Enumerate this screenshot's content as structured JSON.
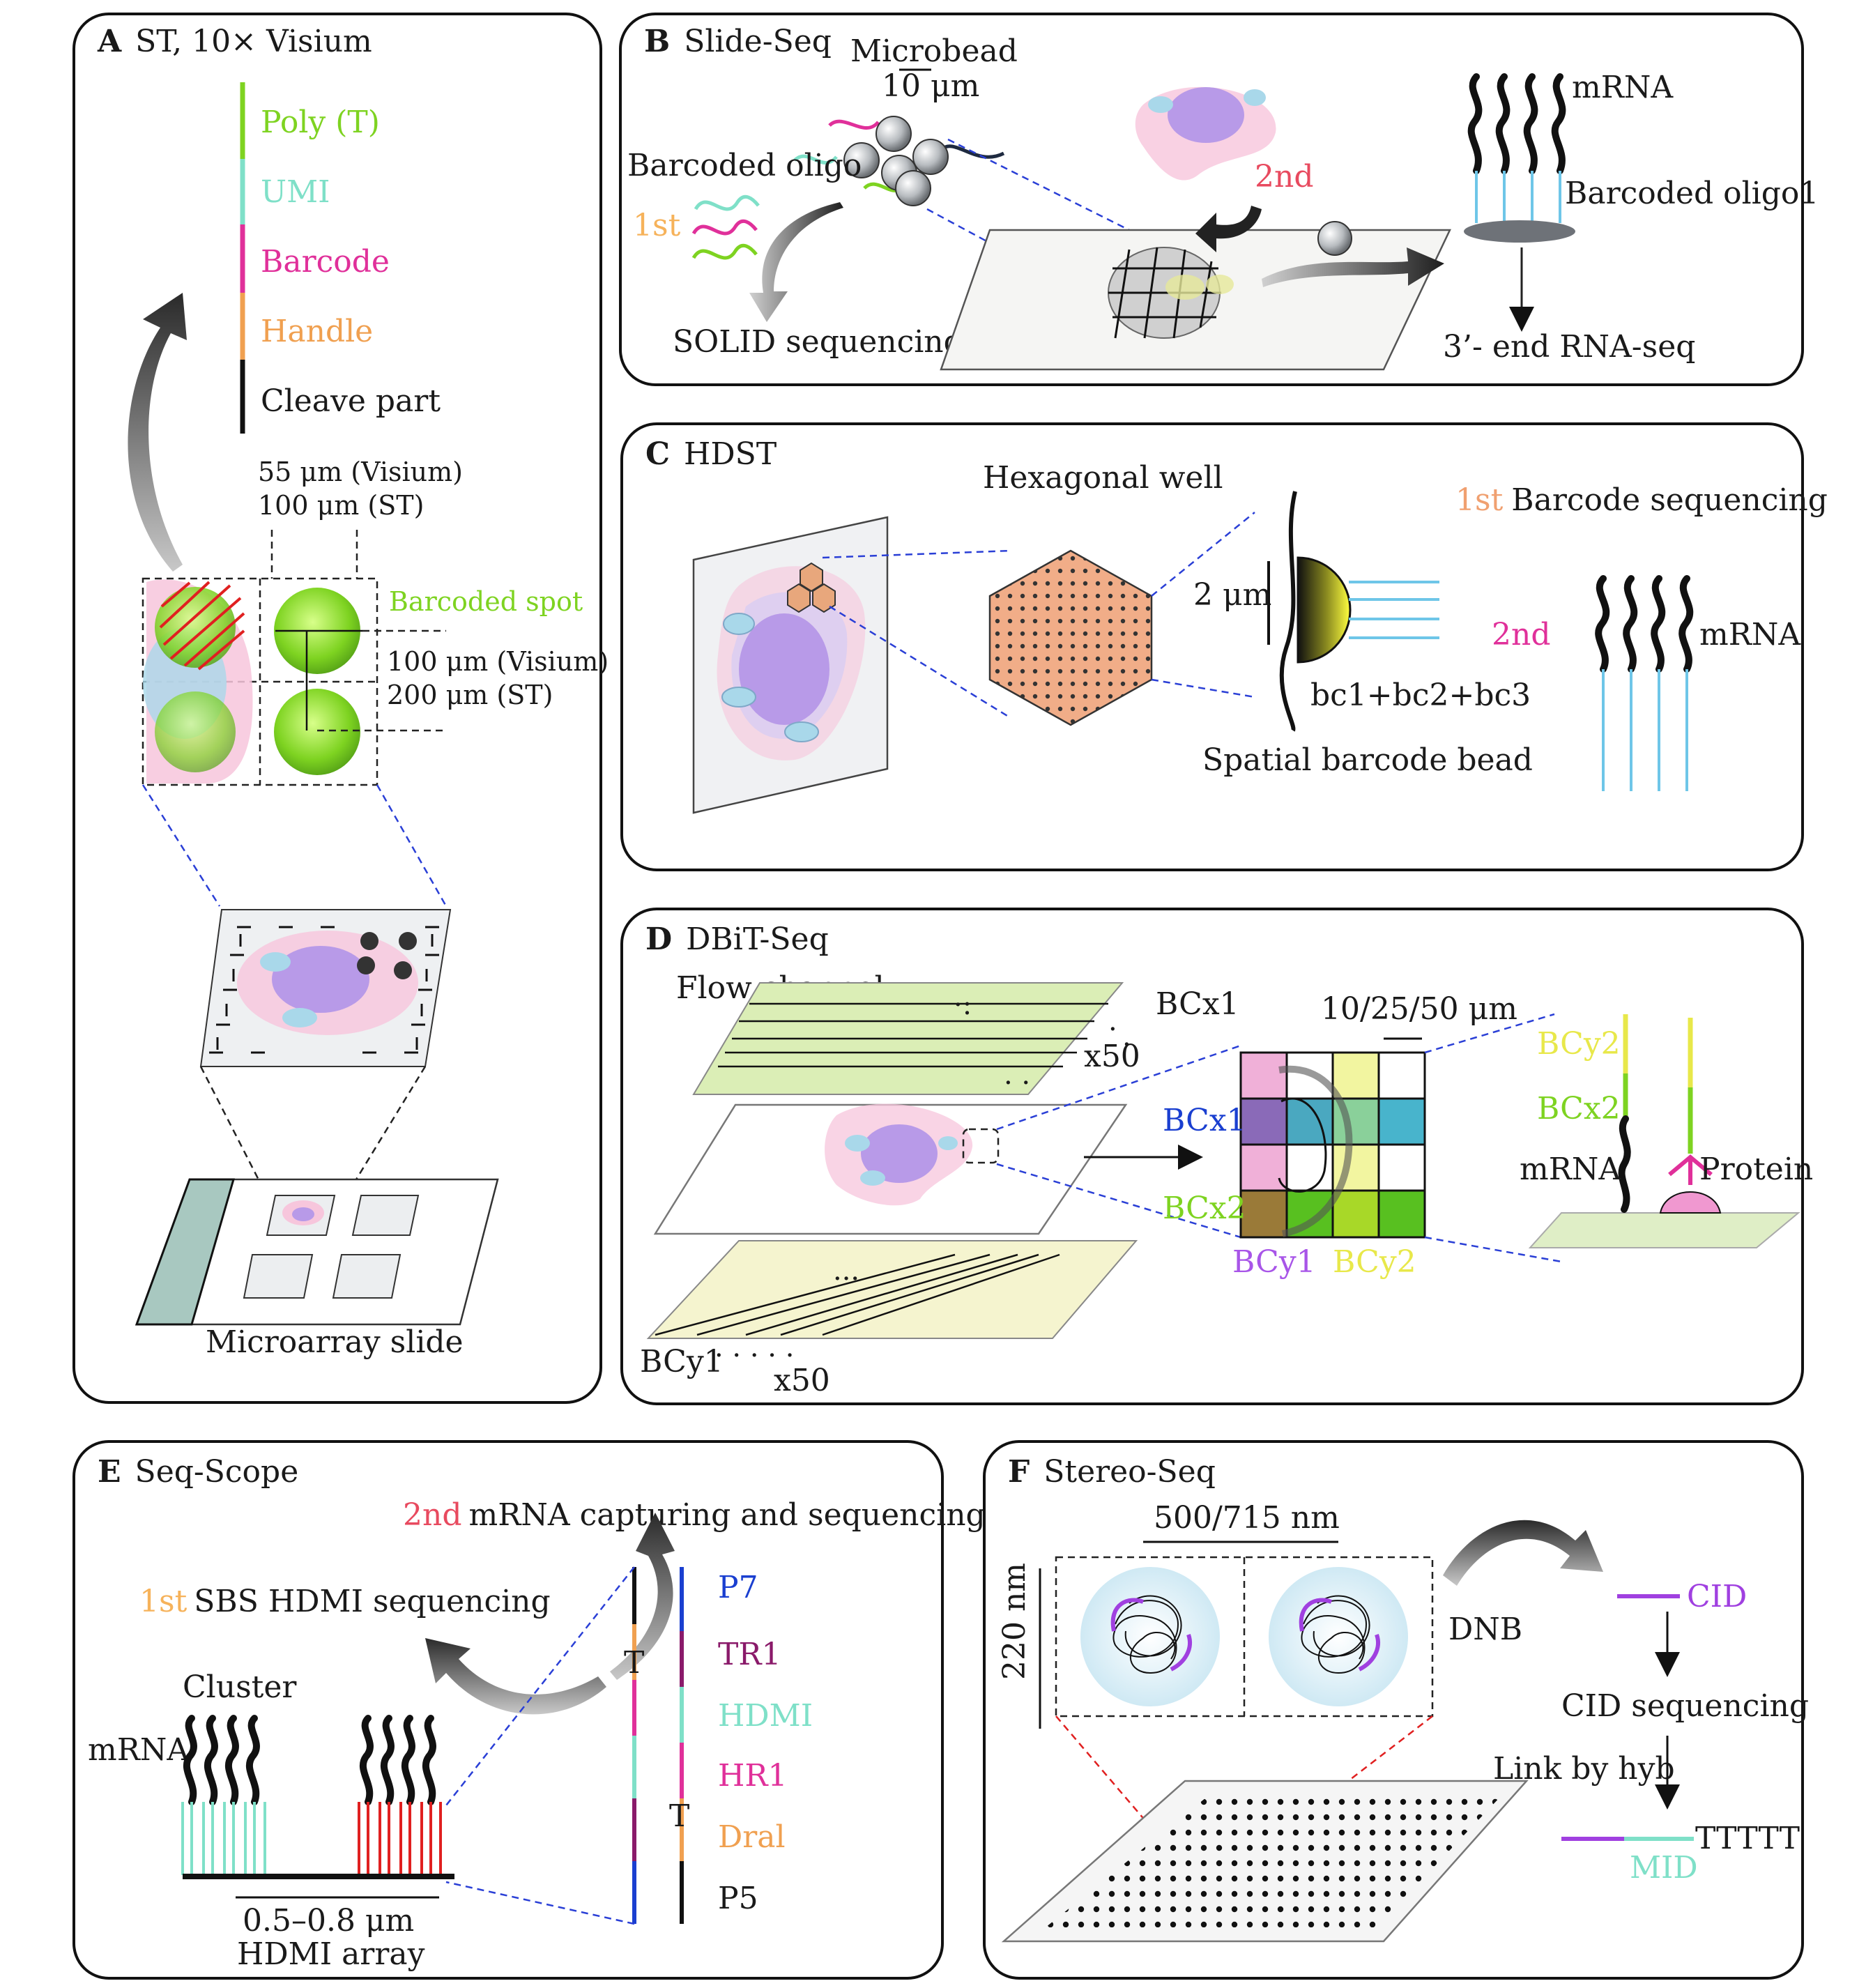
{
  "colors": {
    "polyT": "#7ed321",
    "umi": "#7fe0c8",
    "barcode": "#e0309a",
    "handle": "#f0a050",
    "first": "#f6b25a",
    "second": "#e84a5f",
    "bc_blue": "#1a3fd0",
    "bcy1": "#a855e8",
    "bcy2": "#e8e84a",
    "bcx2": "#7ed321",
    "cid": "#a040e0",
    "mid": "#7fe0c8"
  },
  "panelA": {
    "letter": "A",
    "title": "ST, 10× Visium",
    "legend": [
      "Poly (T)",
      "UMI",
      "Barcode",
      "Handle",
      "Cleave part"
    ],
    "spot_size_1": "55 μm (Visium)",
    "spot_size_2": "100 μm (ST)",
    "barcoded_spot": "Barcoded spot",
    "spacing_1": "100 μm (Visium)",
    "spacing_2": "200 μm (ST)",
    "slide_label": "Microarray slide"
  },
  "panelB": {
    "letter": "B",
    "title": "Slide-Seq",
    "microbead": "Microbead",
    "size": "10 μm",
    "barcoded_oligo": "Barcoded oligo",
    "first": "1st",
    "second": "2nd",
    "solid": "SOLID sequencing",
    "mrna": "mRNA",
    "barcoded_oligo1": "Barcoded oligo1",
    "rnaseq": "3’- end RNA-seq"
  },
  "panelC": {
    "letter": "C",
    "title": "HDST",
    "hex_well": "Hexagonal well",
    "first": "1st",
    "barcode_seq": "Barcode sequencing",
    "size": "2 μm",
    "second": "2nd",
    "mrna": "mRNA",
    "bc": "bc1+bc2+bc3",
    "bead": "Spatial barcode bead"
  },
  "panelD": {
    "letter": "D",
    "title": "DBiT-Seq",
    "flow_channel": "Flow channel",
    "bcx1_top": "BCx1",
    "x50_top": "x50",
    "size": "10/25/50 μm",
    "bcx1": "BCx1",
    "bcx2": "BCx2",
    "bcy1": "BCy1",
    "bcy2": "BCy2",
    "right_bcy2": "BCy2",
    "right_bcx2": "BCx2",
    "mrna": "mRNA",
    "protein": "Protein",
    "bcy1_bottom": "BCy1",
    "x50_bottom": "x50"
  },
  "panelE": {
    "letter": "E",
    "title": "Seq-Scope",
    "second": "2nd",
    "second_text": "mRNA capturing and sequencing",
    "first": "1st",
    "first_text": "SBS  HDMI sequencing",
    "cluster": "Cluster",
    "mrna": "mRNA",
    "size": "0.5–0.8 μm",
    "array": "HDMI array",
    "t_top": "T",
    "t_bottom": "T",
    "labels": [
      "P7",
      "TR1",
      "HDMI",
      "HR1",
      "Dral",
      "P5"
    ],
    "label_colors": [
      "#1a3fd0",
      "#8a1a6a",
      "#7fe0c8",
      "#e0309a",
      "#f0a050",
      "#1a1a1a"
    ]
  },
  "panelF": {
    "letter": "F",
    "title": "Stereo-Seq",
    "size_h": "500/715 nm",
    "size_v": "220 nm",
    "dnb": "DNB",
    "cid": "CID",
    "cid_seq": "CID sequencing",
    "link": "Link by hyb",
    "ttttt": "TTTTT",
    "mid": "MID"
  }
}
